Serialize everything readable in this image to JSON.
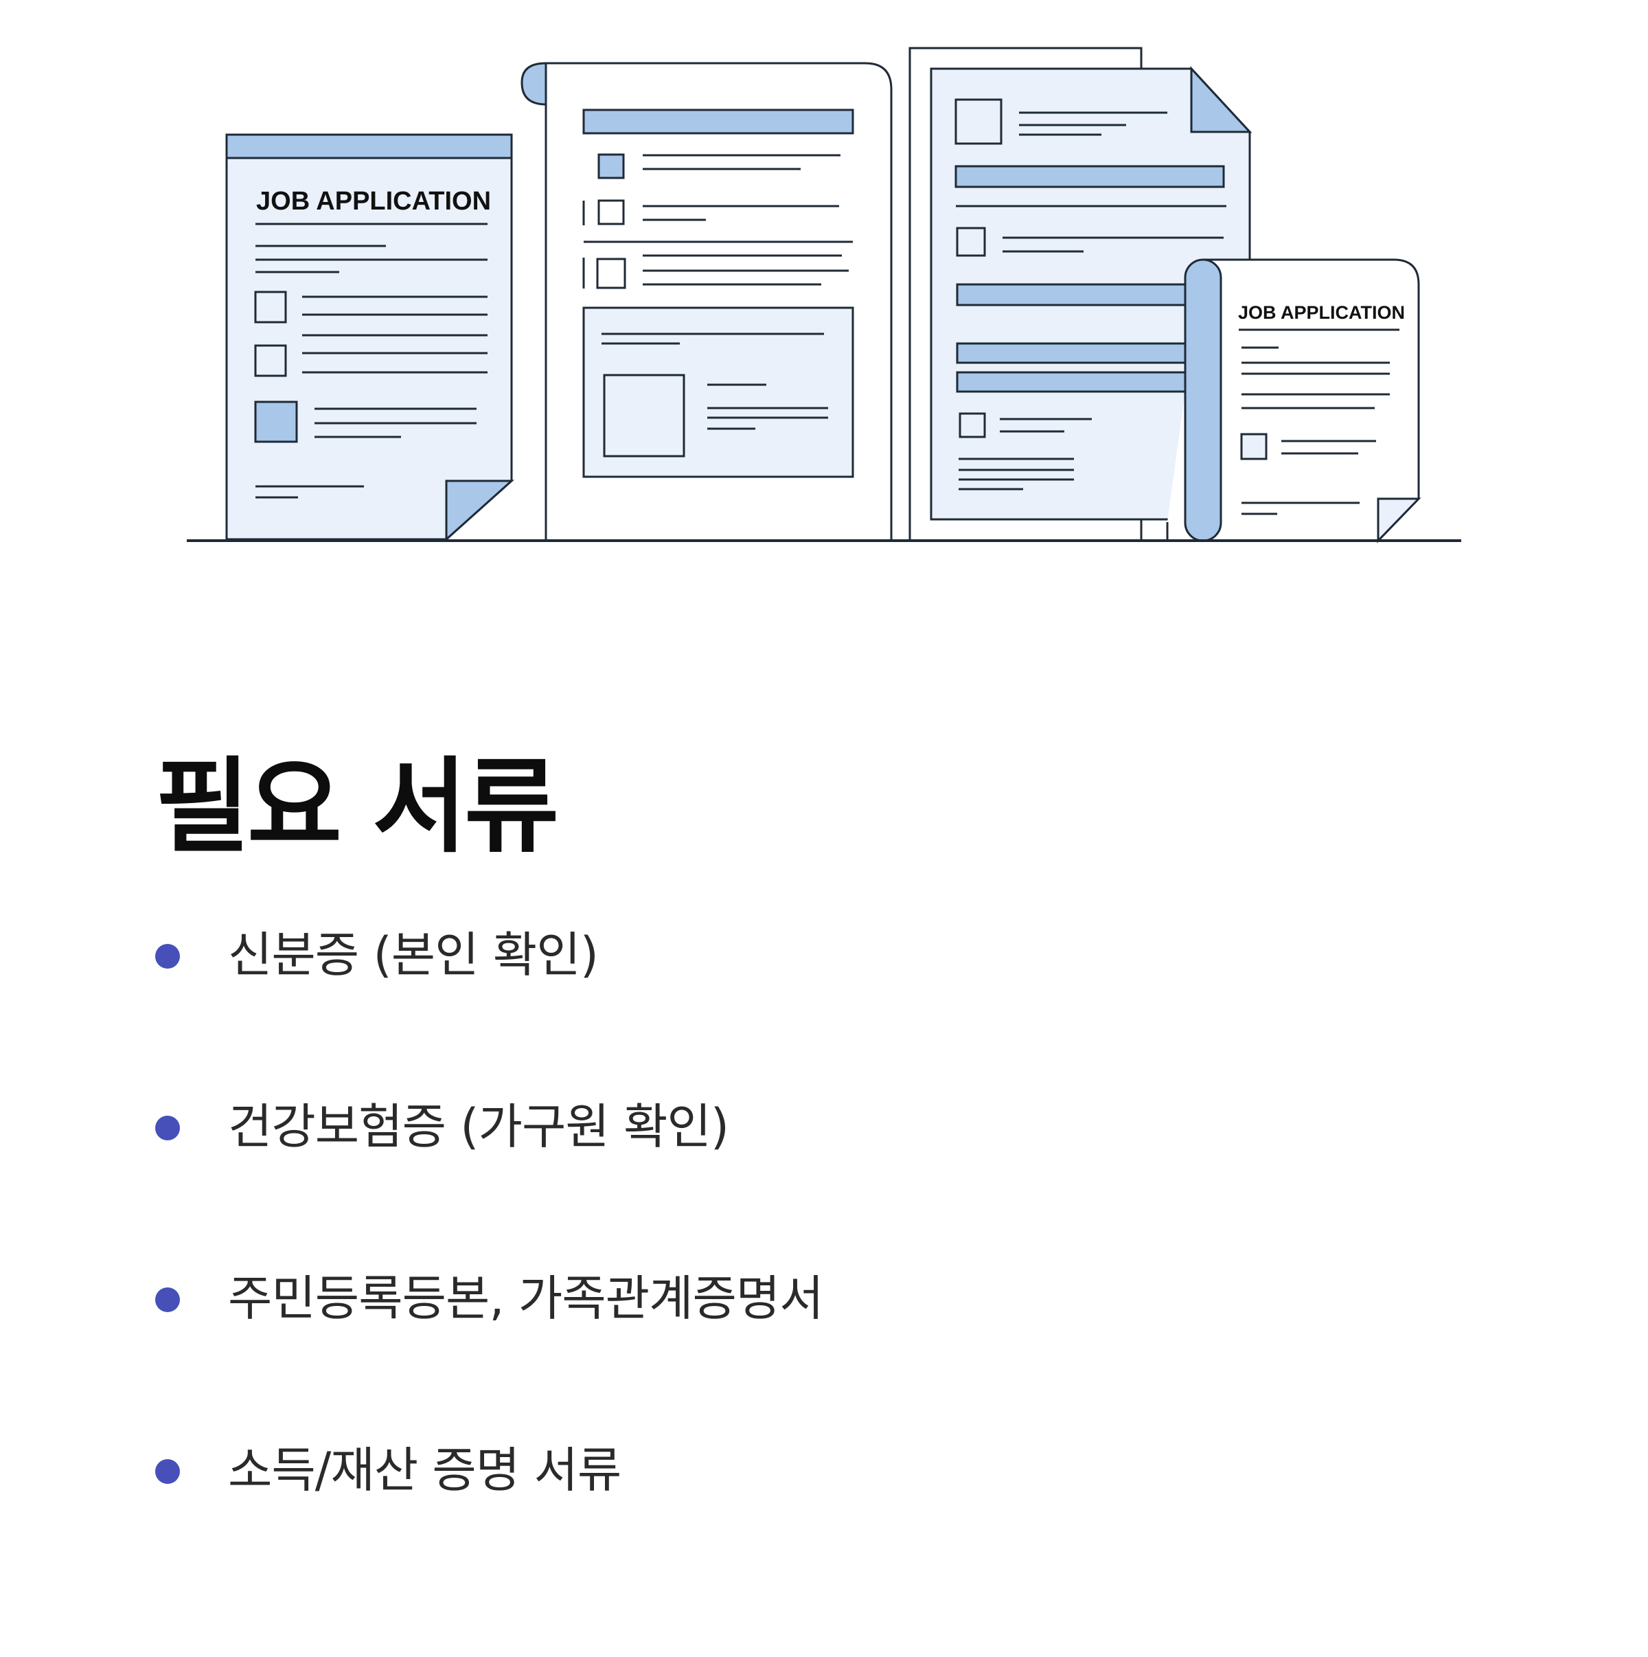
{
  "illustration": {
    "form_left_title": "JOB APPLICATION",
    "form_right_title": "JOB APPLICATION",
    "colors": {
      "paper": "#eaf1fb",
      "accent": "#a9c7e8",
      "outline": "#1f2a37"
    }
  },
  "section": {
    "title": "필요 서류",
    "bullet_color": "#4650b8",
    "items": [
      {
        "label": "신분증 (본인 확인)"
      },
      {
        "label": "건강보험증 (가구원 확인)"
      },
      {
        "label": "주민등록등본, 가족관계증명서"
      },
      {
        "label": "소득/재산 증명 서류"
      }
    ]
  }
}
